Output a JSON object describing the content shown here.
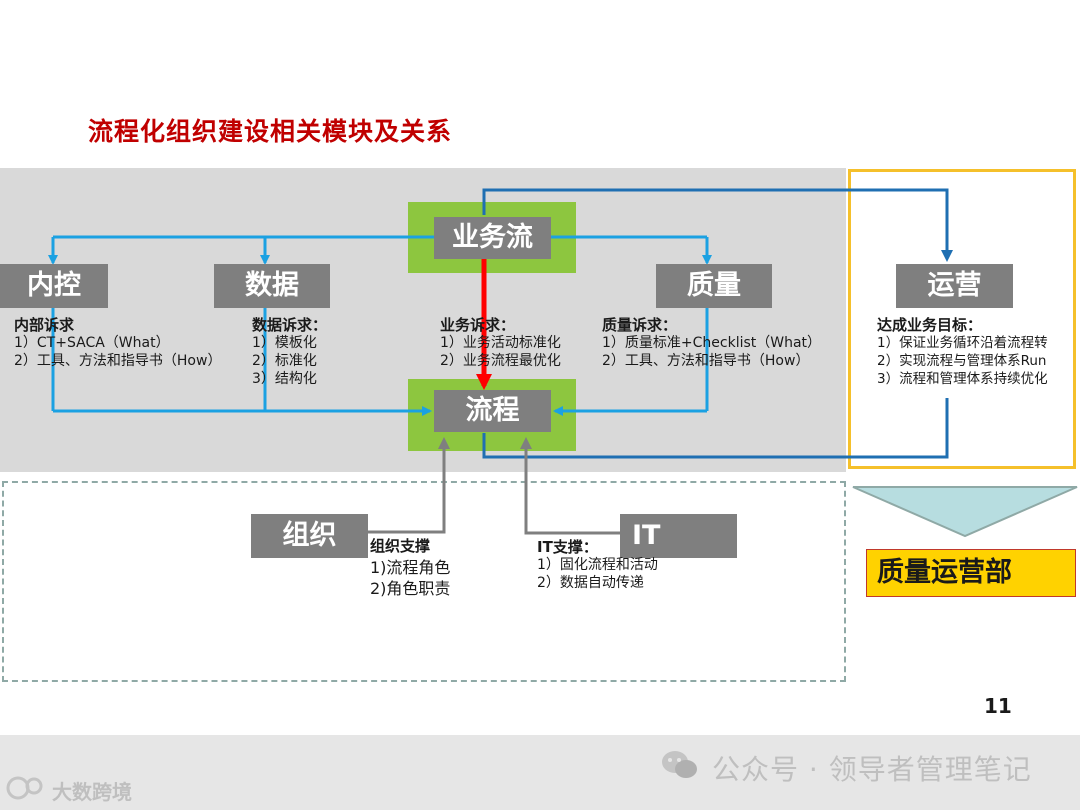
{
  "title": "流程化组织建设相关模块及关系",
  "modules": {
    "business_flow": "业务流",
    "process": "流程",
    "internal_control": "内控",
    "data": "数据",
    "quality": "质量",
    "operations": "运营",
    "organization": "组织",
    "it": "IT"
  },
  "requirements": {
    "internal_control": {
      "heading": "内部诉求",
      "items": [
        "1）CT+SACA（What）",
        "2）工具、方法和指导书（How）"
      ]
    },
    "data": {
      "heading": "数据诉求：",
      "items": [
        "1）模板化",
        "2）标准化",
        "3）结构化"
      ]
    },
    "business": {
      "heading": "业务诉求：",
      "items": [
        "1）业务活动标准化",
        "2）业务流程最优化"
      ]
    },
    "quality": {
      "heading": "质量诉求：",
      "items": [
        "1）质量标准+Checklist（What）",
        "2）工具、方法和指导书（How）"
      ]
    },
    "operations": {
      "heading": "达成业务目标：",
      "items": [
        "1）保证业务循环沿着流程转",
        "2）实现流程与管理体系Run",
        "3）流程和管理体系持续优化"
      ]
    },
    "organization": {
      "heading": "组织支撑",
      "items": [
        "1)流程角色",
        "2)角色职责"
      ]
    },
    "it": {
      "heading": "IT支撑：",
      "items": [
        "1）固化流程和活动",
        "2）数据自动传递"
      ]
    }
  },
  "department": "质量运营部",
  "page_number": "11",
  "watermark": "公众号 · 领导者管理笔记",
  "logo_text": "大数跨境",
  "colors": {
    "title": "#c00000",
    "gray_band": "#d9d9d9",
    "green": "#8dc63f",
    "module_gray": "#7f7f7f",
    "blue_arrow": "#1ba1e2",
    "dark_blue_arrow": "#1f6fb2",
    "red_arrow": "#ff0000",
    "yellow": "#ffd200",
    "chevron": "#b7dde0"
  }
}
